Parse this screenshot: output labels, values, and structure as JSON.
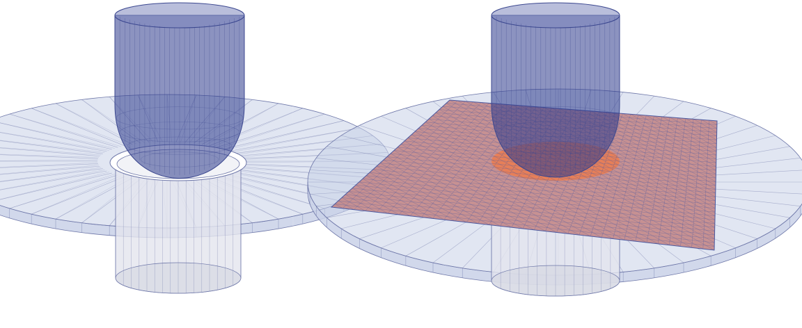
{
  "figure": {
    "panels": [
      {
        "id": "left",
        "objects": [
          "punch",
          "die-ring-plate",
          "die-hole-cylinder"
        ],
        "blank_sheet_visible": false
      },
      {
        "id": "right",
        "objects": [
          "punch",
          "die-ring-plate",
          "die-hole-cylinder",
          "blank-sheet-mesh",
          "contact-zone"
        ],
        "blank_sheet_visible": true
      }
    ],
    "colors": {
      "tool_fill": "#2e3a8c",
      "tool_edge": "#3b478f",
      "plate_fill": "#c9d1e8",
      "plate_edge": "#6d76a8",
      "sheet_fill": "#c48a8a",
      "sheet_mesh": "#4c5aa0",
      "contact_fill": "#f07a45",
      "background": "#ffffff"
    },
    "mesh": {
      "sheet_divisions": 34,
      "punch_longitudes": 26,
      "plate_spokes": 48
    }
  }
}
